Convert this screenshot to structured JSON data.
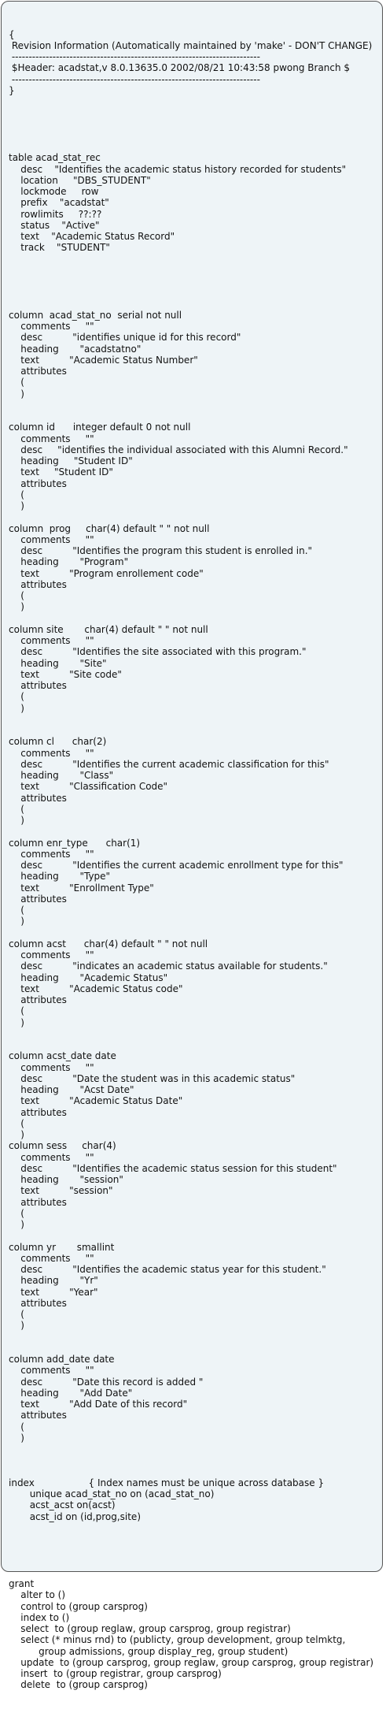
{
  "header": [
    "{",
    " Revision Information (Automatically maintained by 'make' - DON'T CHANGE)",
    " -------------------------------------------------------------------------",
    " $Header: acadstat,v 8.0.13635.0 2002/08/21 10:43:58 pwong Branch $",
    " -------------------------------------------------------------------------",
    "}"
  ],
  "table": [
    "table acad_stat_rec",
    "    desc    \"Identifies the academic status history recorded for students\"",
    "    location     \"DBS_STUDENT\"",
    "    lockmode     row",
    "    prefix    \"acadstat\"",
    "    rowlimits     ??:??",
    "    status    \"Active\"",
    "    text    \"Academic Status Record\"",
    "    track    \"STUDENT\""
  ],
  "columns": [
    {
      "lines": [
        "column  acad_stat_no  serial not null",
        "    comments     \"\"",
        "    desc          \"identifies unique id for this record\"",
        "    heading       \"acadstatno\"",
        "    text          \"Academic Status Number\"",
        "    attributes",
        "    (",
        "    )"
      ],
      "gap": 2
    },
    {
      "lines": [
        "column id      integer default 0 not null",
        "    comments     \"\"",
        "    desc     \"identifies the individual associated with this Alumni Record.\"",
        "    heading     \"Student ID\"",
        "    text     \"Student ID\"",
        "    attributes",
        "    (",
        "    )"
      ],
      "gap": 1
    },
    {
      "lines": [
        "column  prog     char(4) default \" \" not null",
        "    comments     \"\"",
        "    desc          \"Identifies the program this student is enrolled in.\"",
        "    heading       \"Program\"",
        "    text          \"Program enrollement code\"",
        "    attributes",
        "    (",
        "    )"
      ],
      "gap": 1
    },
    {
      "lines": [
        "column site       char(4) default \" \" not null",
        "    comments     \"\"",
        "    desc          \"Identifies the site associated with this program.\"",
        "    heading       \"Site\"",
        "    text          \"Site code\"",
        "    attributes",
        "    (",
        "    )"
      ],
      "gap": 2
    },
    {
      "lines": [
        "column cl      char(2)",
        "    comments     \"\"",
        "    desc          \"Identifies the current academic classification for this\"",
        "    heading       \"Class\"",
        "    text          \"Classification Code\"",
        "    attributes",
        "    (",
        "    )"
      ],
      "gap": 1
    },
    {
      "lines": [
        "column enr_type      char(1)",
        "    comments     \"\"",
        "    desc          \"Identifies the current academic enrollment type for this\"",
        "    heading       \"Type\"",
        "    text          \"Enrollment Type\"",
        "    attributes",
        "    (",
        "    )"
      ],
      "gap": 1
    },
    {
      "lines": [
        "column acst      char(4) default \" \" not null",
        "    comments     \"\"",
        "    desc          \"indicates an academic status available for students.\"",
        "    heading       \"Academic Status\"",
        "    text          \"Academic Status code\"",
        "    attributes",
        "    (",
        "    )"
      ],
      "gap": 2
    },
    {
      "lines": [
        "column acst_date date",
        "    comments     \"\"",
        "    desc          \"Date the student was in this academic status\"",
        "    heading       \"Acst Date\"",
        "    text          \"Academic Status Date\"",
        "    attributes",
        "    (",
        "    )"
      ],
      "gap": 0
    },
    {
      "lines": [
        "column sess     char(4)",
        "    comments     \"\"",
        "    desc          \"Identifies the academic status session for this student\"",
        "    heading       \"session\"",
        "    text          \"session\"",
        "    attributes",
        "    (",
        "    )"
      ],
      "gap": 1
    },
    {
      "lines": [
        "column yr       smallint",
        "    comments     \"\"",
        "    desc          \"Identifies the academic status year for this student.\"",
        "    heading       \"Yr\"",
        "    text          \"Year\"",
        "    attributes",
        "    (",
        "    )"
      ],
      "gap": 2
    },
    {
      "lines": [
        "column add_date date",
        "    comments     \"\"",
        "    desc          \"Date this record is added \"",
        "    heading       \"Add Date\"",
        "    text          \"Add Date of this record\"",
        "    attributes",
        "    (",
        "    )"
      ],
      "gap": 1
    }
  ],
  "index": [
    "index                  { Index names must be unique across database }",
    "       unique acad_stat_no on (acad_stat_no)",
    "       acst_acst on(acst)",
    "       acst_id on (id,prog,site)"
  ],
  "grant": [
    "grant",
    "    alter to ()",
    "    control to (group carsprog)",
    "    index to ()",
    "    select  to (group reglaw, group carsprog, group registrar)",
    "    select (* minus rnd) to (publicty, group development, group telmktg,",
    "          group admissions, group display_reg, group student)",
    "    update  to (group carsprog, group reglaw, group carsprog, group registrar)",
    "    insert  to (group registrar, group carsprog)",
    "    delete  to (group carsprog)"
  ]
}
